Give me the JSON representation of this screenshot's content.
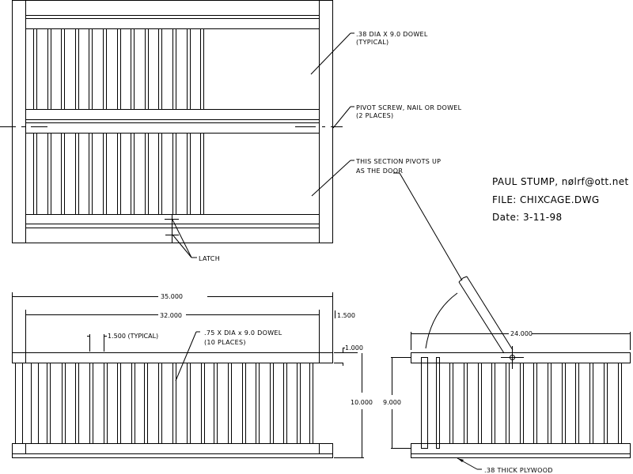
{
  "drawing": {
    "title_block": {
      "author": "PAUL  STUMP, nølrf@ott.net",
      "file": "FILE:  CHIXCAGE.DWG",
      "date": "Date:  3-11-98"
    },
    "top_view": {
      "notes": {
        "dowel_line1": ".38 DIA X 9.0 DOWEL",
        "dowel_line2": "(TYPICAL)",
        "pivot_line1": "PIVOT SCREW, NAIL OR DOWEL",
        "pivot_line2": "(2 PLACES)",
        "door_line1": "THIS SECTION PIVOTS UP",
        "door_line2": "AS THE DOOR",
        "latch": "LATCH"
      },
      "dowels_per_row": 13
    },
    "front_view": {
      "dimensions": {
        "overall_length": "35.000",
        "inner_length": "32.000",
        "end_offset": "1.500",
        "spacing": "1.500 (TYPICAL)",
        "rail_thickness": "1.000",
        "height": "10.000"
      },
      "notes": {
        "dowel_line1": ".75 X DIA x 9.0 DOWEL",
        "dowel_line2": "(10 PLACES)"
      }
    },
    "side_view": {
      "dimensions": {
        "width": "24.000",
        "dowel_height": "9.000"
      },
      "notes": {
        "plywood": ".38 THICK PLYWOOD"
      }
    }
  }
}
